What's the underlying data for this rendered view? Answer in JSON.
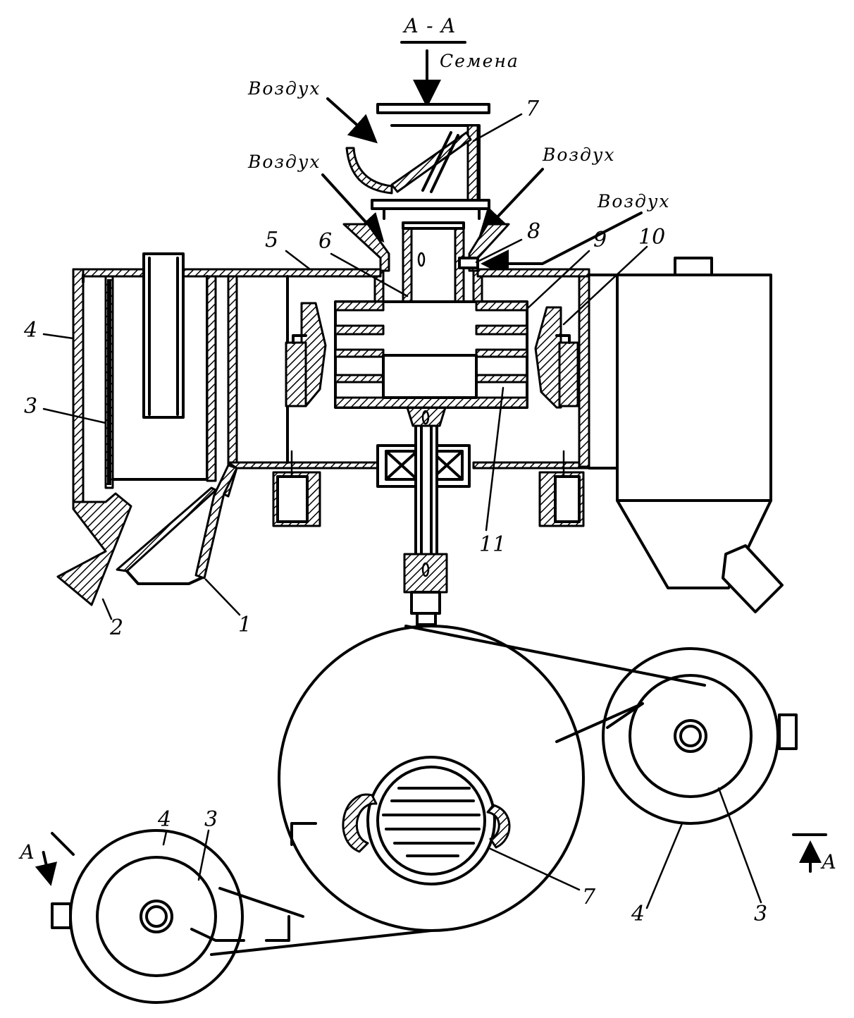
{
  "section_title": "А - А",
  "flows": {
    "seeds": "Семена",
    "air": "Воздух"
  },
  "callouts": {
    "n1": "1",
    "n2": "2",
    "n3": "3",
    "n4": "4",
    "n5": "5",
    "n6": "6",
    "n7": "7",
    "n8": "8",
    "n9": "9",
    "n10": "10",
    "n11": "11"
  },
  "section_mark": "А"
}
